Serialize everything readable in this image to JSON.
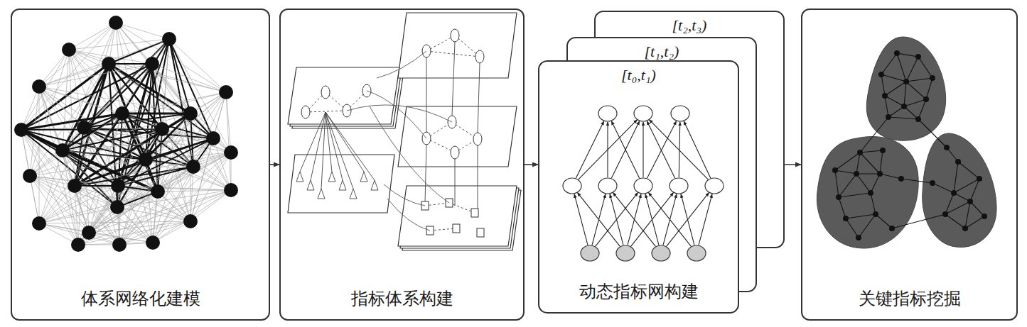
{
  "diagram": {
    "nodes": [
      {
        "text": [
          "体系网络化建模"
        ]
      },
      {
        "text": [
          "指标体系构建"
        ]
      },
      {
        "text": [
          "[t₂,t₃)"
        ]
      },
      {
        "text": [
          "[t₁,t₂)"
        ]
      },
      {
        "text": [
          "[t₀,t₁)",
          "动态指标网构建"
        ]
      },
      {
        "text": [
          "关键指标挖掘"
        ]
      }
    ],
    "edges": [
      {
        "from": 0,
        "to": 1,
        "arrow": "to"
      },
      {
        "from": 1,
        "to": 4,
        "arrow": "to"
      },
      {
        "from": 4,
        "to": 5,
        "arrow": "to"
      }
    ]
  }
}
